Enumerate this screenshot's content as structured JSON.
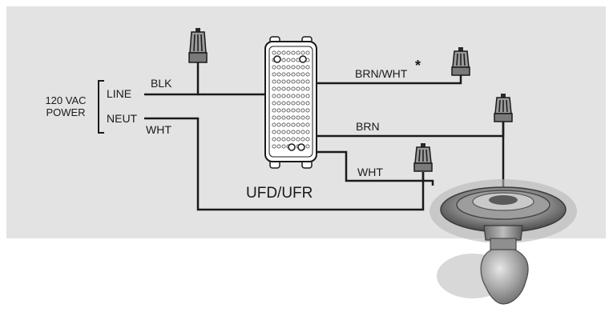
{
  "power": {
    "line1": "120 VAC",
    "line2": "POWER"
  },
  "terminals": {
    "line": "LINE",
    "neutral": "NEUT"
  },
  "wires": {
    "black": "BLK",
    "white_neutral": "WHT",
    "brown_white": "BRN/WHT",
    "brown": "BRN",
    "white_module": "WHT"
  },
  "footnote_mark": "*",
  "module": {
    "name": "UFD/UFR"
  },
  "colors": {
    "panel_bg": "#e3e3e3",
    "wire": "#1a1a1a",
    "module_body": "#ffffff",
    "fixture": "#8a8a8a"
  },
  "icons": [
    "wire-nut-icon",
    "ceiling-light-fixture-icon",
    "control-module-icon"
  ]
}
